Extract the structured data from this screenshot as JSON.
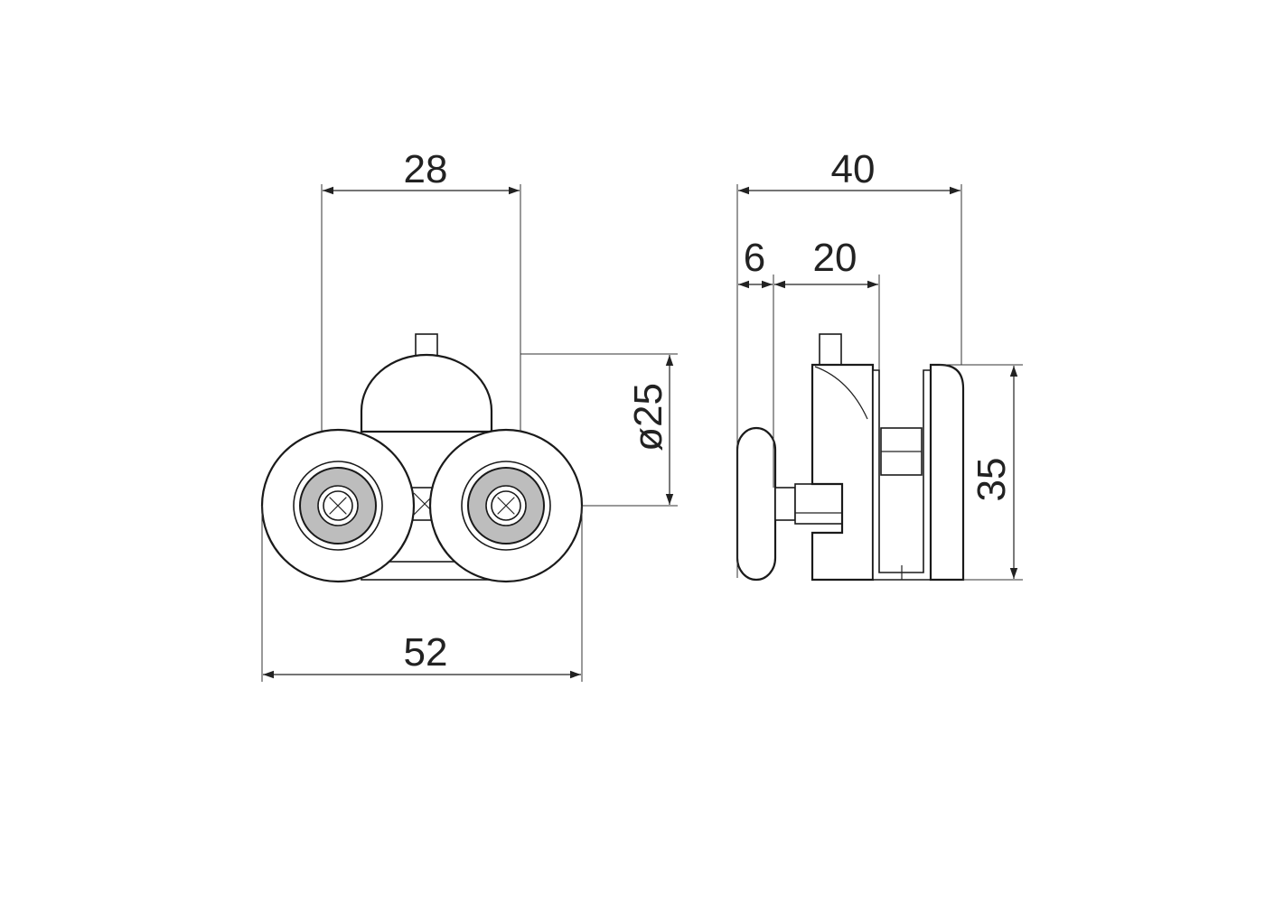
{
  "drawing": {
    "front_view": {
      "dim_top": "28",
      "dim_diameter": "ø25",
      "dim_bottom": "52"
    },
    "side_view": {
      "dim_total": "40",
      "dim_left": "6",
      "dim_middle": "20",
      "dim_height": "35"
    }
  },
  "colors": {
    "line": "#222222",
    "hub_fill": "#bdbdbd",
    "background": "#ffffff"
  }
}
